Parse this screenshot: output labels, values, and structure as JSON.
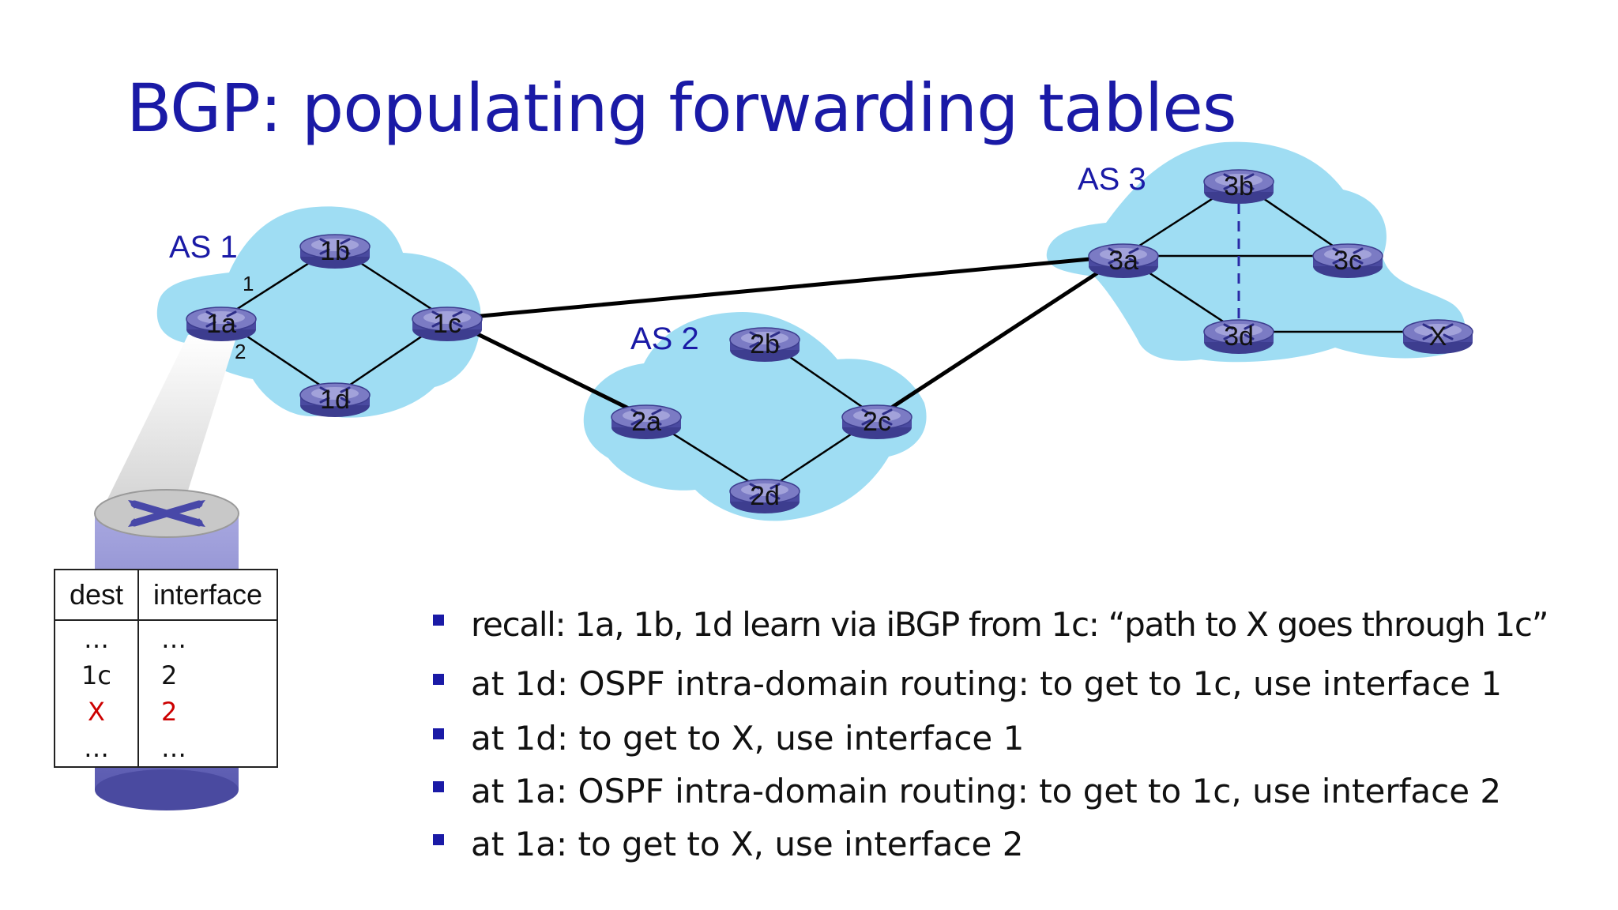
{
  "slide": {
    "title": "BGP: populating forwarding tables"
  },
  "colors": {
    "title": "#1a1aa6",
    "as_cloud": "#9fddf3",
    "router_top": "#7b7bc4",
    "router_side": "#3d3d8f",
    "link": "#000000",
    "ibgp_dashed": "#2a2aa6",
    "table_highlight": "#cc0000",
    "bullet": "#1a1aa6"
  },
  "diagram": {
    "as_labels": {
      "as1": "AS 1",
      "as2": "AS 2",
      "as3": "AS 3"
    },
    "routers": {
      "1a": "1a",
      "1b": "1b",
      "1c": "1c",
      "1d": "1d",
      "2a": "2a",
      "2b": "2b",
      "2c": "2c",
      "2d": "2d",
      "3a": "3a",
      "3b": "3b",
      "3c": "3c",
      "3d": "3d",
      "x": "X"
    },
    "interface_labels": {
      "if1": "1",
      "if2": "2"
    },
    "router_icon": "router-icon"
  },
  "forwarding_table": {
    "headers": {
      "dest": "dest",
      "interface": "interface"
    },
    "rows": [
      {
        "dest": "…",
        "interface": "…"
      },
      {
        "dest": "1c",
        "interface": "2"
      },
      {
        "dest": "X",
        "interface": "2",
        "highlight": true
      },
      {
        "dest": "…",
        "interface": "…"
      }
    ]
  },
  "bullets": [
    "recall: 1a, 1b, 1d learn via iBGP from 1c: “path to X goes through 1c”",
    "at 1d: OSPF intra-domain routing: to get to 1c, use  interface 1",
    "at 1d: to get to X, use  interface 1",
    "at 1a: OSPF intra-domain routing: to get to 1c, use  interface 2",
    "at 1a: to get to X, use  interface 2"
  ]
}
